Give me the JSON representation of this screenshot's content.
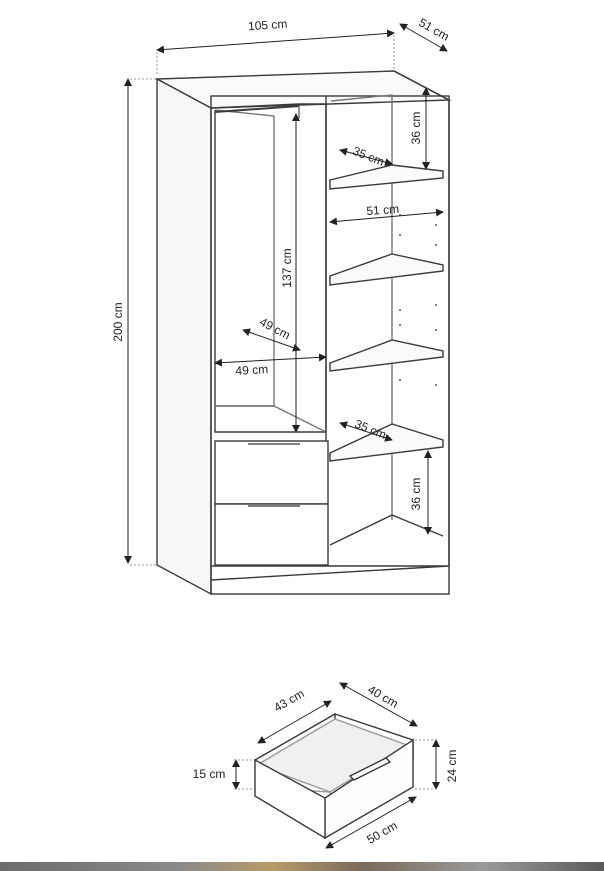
{
  "wardrobe": {
    "dimensions": {
      "width": "105 cm",
      "depth": "51 cm",
      "height": "200 cm",
      "hanging_height": "137 cm",
      "hanging_depth": "49 cm",
      "hanging_width": "49 cm",
      "shelf_width": "51 cm",
      "top_shelf_depth": "35 cm",
      "lower_shelf_depth": "35 cm",
      "top_compartment_height": "36 cm",
      "bottom_compartment_height": "36 cm"
    }
  },
  "drawer": {
    "dimensions": {
      "side_depth": "43 cm",
      "inner_depth": "40 cm",
      "front_height": "24 cm",
      "side_height": "15 cm",
      "width": "50 cm"
    }
  }
}
